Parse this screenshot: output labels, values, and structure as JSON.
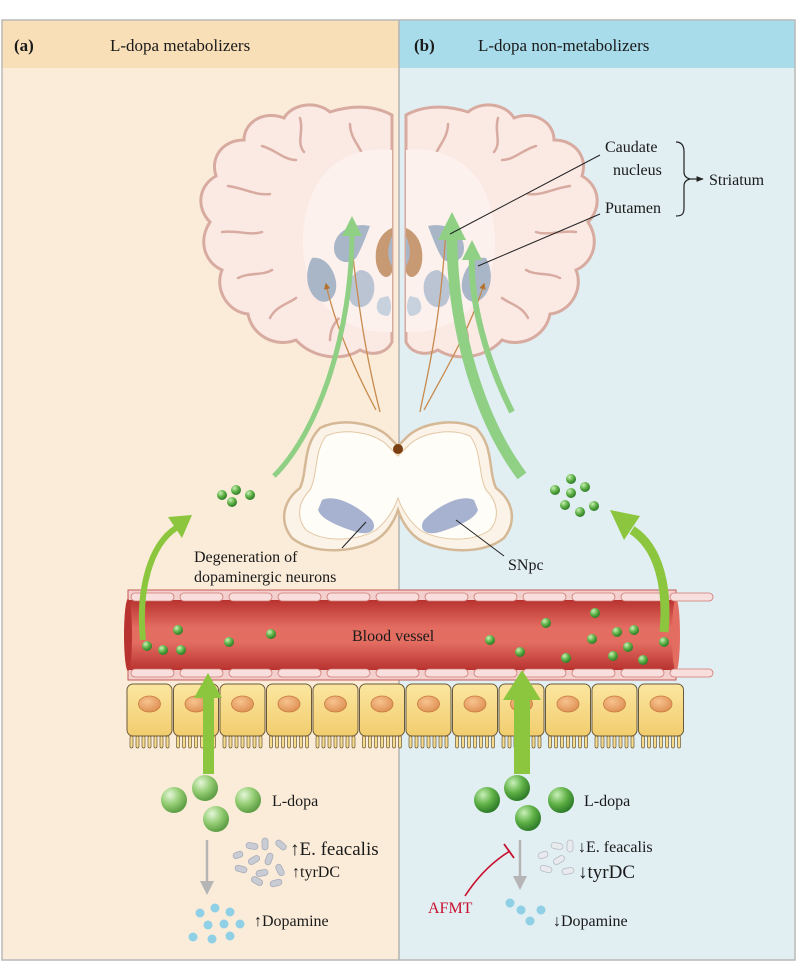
{
  "panels": {
    "left": {
      "letter": "(a)",
      "title": "L-dopa metabolizers",
      "header_color": "#f8dfb8",
      "bg_color": "#fbecd9"
    },
    "right": {
      "letter": "(b)",
      "title": "L-dopa non-metabolizers",
      "header_color": "#a9dcea",
      "bg_color": "#e1eef2"
    }
  },
  "brain_labels": {
    "caudate_line1": "Caudate",
    "caudate_line2": "nucleus",
    "putamen": "Putamen",
    "striatum": "Striatum"
  },
  "midbrain_labels": {
    "degeneration_line1": "Degeneration of",
    "degeneration_line2": "dopaminergic neurons",
    "snpc": "SNpc"
  },
  "vessel_label": "Blood vessel",
  "left_gut": {
    "ldopa": "L-dopa",
    "bacteria": "↑E. feacalis",
    "enzyme": "↑tyrDC",
    "dopamine": "↑Dopamine"
  },
  "right_gut": {
    "ldopa": "L-dopa",
    "bacteria": "↓E. feacalis",
    "enzyme": "↓tyrDC",
    "dopamine": "↓Dopamine",
    "inhibitor": "AFMT"
  },
  "colors": {
    "arrow_green": "#8cc63f",
    "ldopa_green": "#5fb146",
    "dopamine_blue": "#8fd0e6",
    "vessel_red": "#d64a45",
    "inhibitor_red": "#c8102e",
    "striatum_gray": "#a9b6c8"
  }
}
